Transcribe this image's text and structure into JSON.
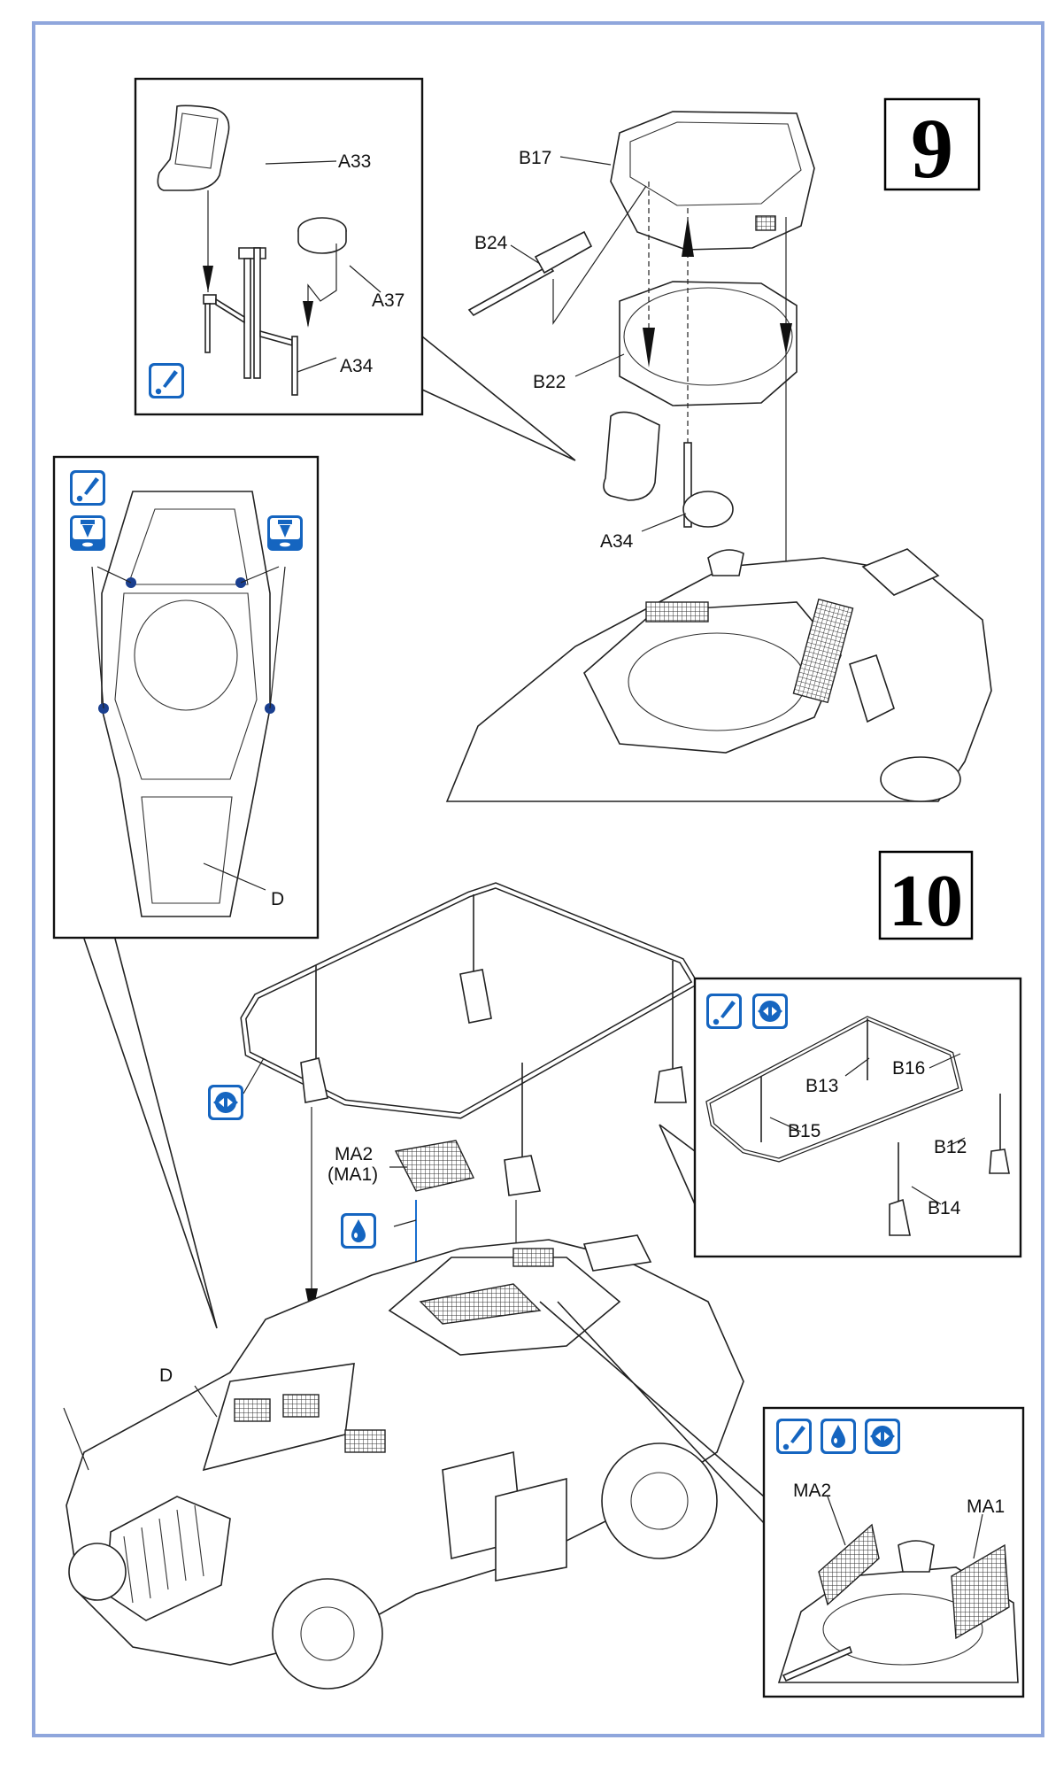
{
  "steps": [
    {
      "number": "9"
    },
    {
      "number": "10"
    }
  ],
  "step9": {
    "seat_inset_labels": {
      "seat": "A33",
      "cushion": "A37",
      "post": "A34"
    },
    "turret_labels": {
      "turret": "B17",
      "gun": "B24",
      "ring": "B22",
      "seat": "A34"
    },
    "floor_inset_labels": {
      "floor": "D"
    }
  },
  "step10": {
    "mesh_labels": {
      "mesh": "MA2",
      "mesh_alt": "(MA1)"
    },
    "hull_label": "D",
    "frame_inset_labels": {
      "b13": "B13",
      "b16": "B16",
      "b15": "B15",
      "b12": "B12",
      "b14": "B14"
    },
    "mesh_inset_labels": {
      "ma2": "MA2",
      "ma1": "MA1"
    }
  },
  "icons": {
    "paint": "paint-icon",
    "drill": "drill-hole-icon",
    "cement": "cement-drop-icon",
    "symmetric": "symmetric-assembly-icon"
  },
  "colors": {
    "icon_blue": "#1565c0",
    "page_border": "#8fa6dc",
    "ink": "#111111"
  }
}
